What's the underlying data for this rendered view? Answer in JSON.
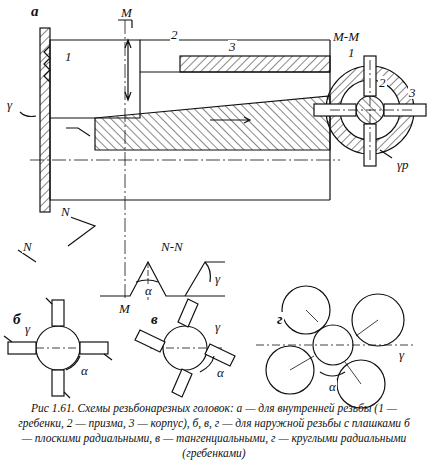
{
  "diagram": {
    "caption": "Рис 1.61. Схемы резьбонарезных головок: а — для внутренней резьбы (1 — гребенки, 2 — призма, 3 — корпус), б, в, г — для наружной резьбы с плашками б — плоскими радиальными, в — тангенциальными, г — круглыми радиальными (гребенками)",
    "labels": [
      "а",
      "М",
      "М-М",
      "1",
      "2",
      "3",
      "γ",
      "N",
      "N",
      "N-N",
      "α",
      "γ",
      "М",
      "1",
      "2",
      "3",
      "γр",
      "б",
      "γ",
      "α",
      "в",
      "γ",
      "α",
      "г",
      "γ",
      "α"
    ]
  }
}
